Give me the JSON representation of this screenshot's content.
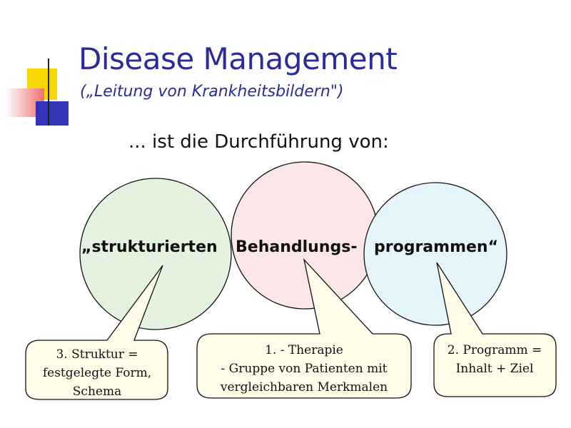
{
  "slide": {
    "title": "Disease Management",
    "subtitle": "(„Leitung von Krankheitsbildern\")",
    "intro": "... ist die Durchführung von:"
  },
  "phrase": {
    "word1": "„strukturierten",
    "word2": "Behandlungs-",
    "word3": "programmen“"
  },
  "callouts": {
    "left": "3. Struktur =\nfestgelegte Form,\nSchema",
    "center": "1. - Therapie\n- Gruppe von Patienten mit\nvergleichbaren Merkmalen",
    "right": "2. Programm =\nInhalt + Ziel"
  },
  "colors": {
    "title": "#2b2b9a",
    "circle_left": "#e3f3df",
    "circle_center": "#fbe6e8",
    "circle_right": "#e4f6fb",
    "callout_fill": "#fffde9"
  }
}
